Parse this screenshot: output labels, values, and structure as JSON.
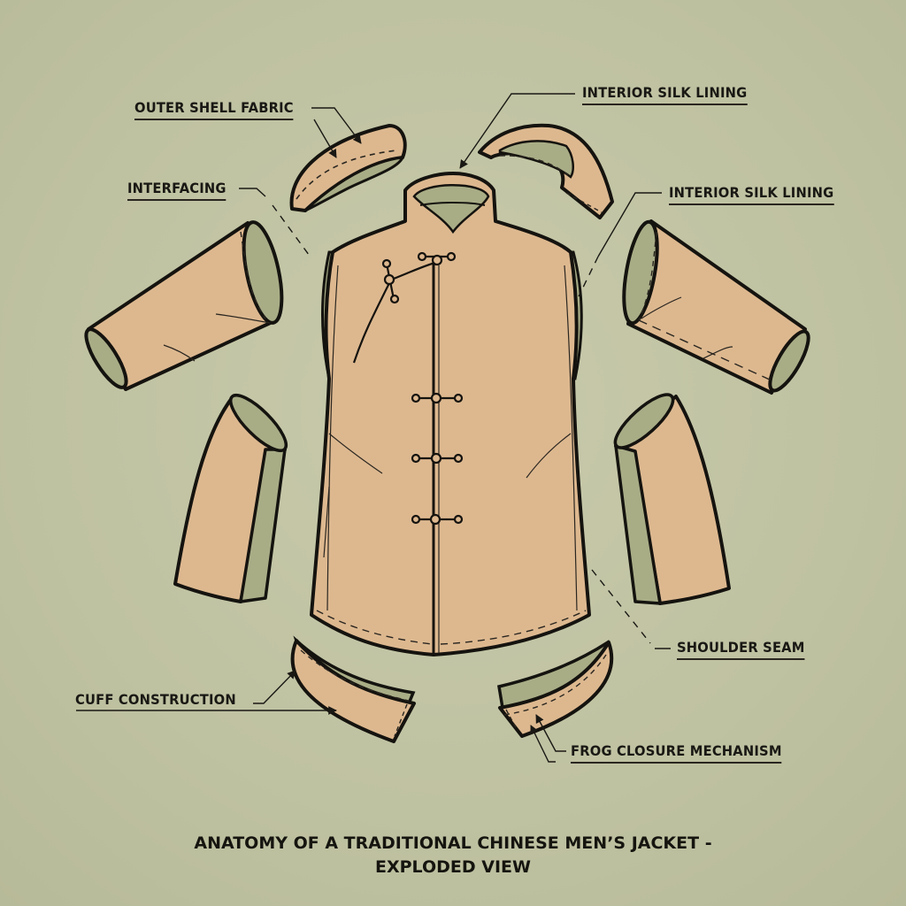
{
  "diagram": {
    "title_line1": "ANATOMY OF A TRADITIONAL CHINESE MEN’S JACKET -",
    "title_line2": "EXPLODED VIEW",
    "labels": {
      "outer_shell_fabric": "OUTER SHELL FABRIC",
      "interfacing": "INTERFACING",
      "interior_silk_lining_top": "INTERIOR SILK LINING",
      "interior_silk_lining_right": "INTERIOR SILK LINING",
      "shoulder_seam": "SHOULDER SEAM",
      "cuff_construction": "CUFF CONSTRUCTION",
      "frog_closure_mechanism": "FROG CLOSURE MECHANISM"
    },
    "parts": [
      "collar-piece-left",
      "collar-piece-right",
      "jacket-body",
      "upper-sleeve-left",
      "lower-sleeve-left",
      "upper-sleeve-right",
      "lower-sleeve-right",
      "cuff-left",
      "cuff-right"
    ],
    "frog_closures_count": 5,
    "colors": {
      "background": "#c2c4a4",
      "fabric": "#ddb88f",
      "lining": "#a9ad86",
      "outline": "#15130f"
    }
  }
}
